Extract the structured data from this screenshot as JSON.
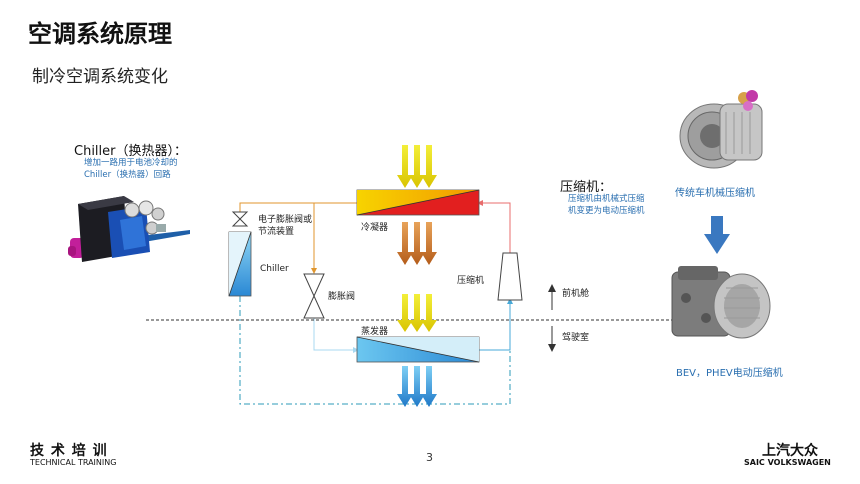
{
  "title": "空调系统原理",
  "subtitle": "制冷空调系统变化",
  "chiller_box": {
    "title": "Chiller（换热器）：",
    "desc_line1": "增加一路用于电池冷却的",
    "desc_line2": "Chiller（换热器）回路"
  },
  "compressor_box": {
    "title": "压缩机：",
    "desc_line1": "压缩机由机械式压缩",
    "desc_line2": "机变更为电动压缩机"
  },
  "diagram": {
    "label_exv": "电子膨胀阀或",
    "label_exv2": "节流装置",
    "label_chiller": "Chiller",
    "label_condenser": "冷凝器",
    "label_expansion": "膨胀阀",
    "label_evaporator": "蒸发器",
    "label_compressor": "压缩机",
    "label_front": "前机舱",
    "label_cabin": "驾驶室"
  },
  "right_panel": {
    "label_traditional": "传统车机械压缩机",
    "label_bev": "BEV，PHEV电动压缩机"
  },
  "footer": {
    "left_brand": "技 术 培 训",
    "left_brand_sub": "TECHNICAL TRAINING",
    "page": "3",
    "right_brand": "上汽大众",
    "right_brand_sub": "SAIC VOLKSWAGEN"
  },
  "colors": {
    "accent_blue": "#2a6fb0",
    "hot_red": "#e01b1b",
    "hot_yellow": "#f7c600",
    "cold_blue": "#2a8fd6",
    "line_orange": "#e0962e"
  }
}
